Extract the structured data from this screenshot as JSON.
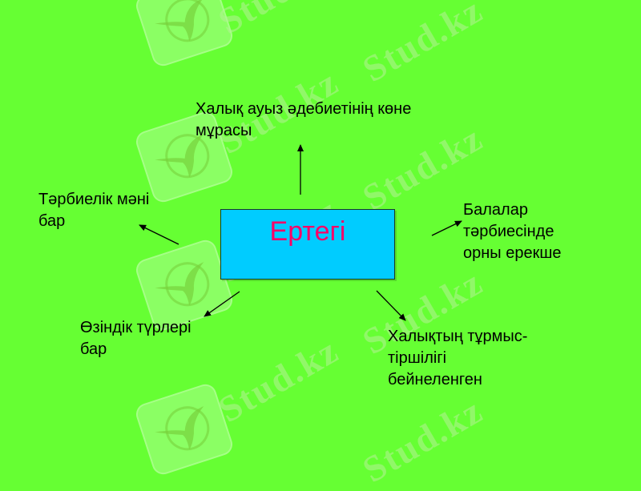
{
  "slide": {
    "background_color": "#66ff33",
    "center": {
      "label": "Ертегі",
      "fill_color": "#00ccff",
      "text_color": "#ff0066"
    },
    "nodes": {
      "top": {
        "lines": [
          "Халық ауыз әдебиетінің көне",
          "мұрасы"
        ]
      },
      "left": {
        "lines": [
          "Тәрбиелік мәні",
          "бар"
        ]
      },
      "right": {
        "lines": [
          "Балалар",
          "тәрбиесінде",
          "орны ерекше"
        ]
      },
      "bottom_left": {
        "lines": [
          "Өзіндік түрлері",
          "бар"
        ]
      },
      "bottom_right": {
        "lines": [
          "Халықтың тұрмыс-",
          "тіршілігі",
          "бейнеленген"
        ]
      }
    },
    "arrow_color": "#000000"
  },
  "watermark": {
    "text": "Stud.kz",
    "icon": "hummingbird-logo-icon"
  }
}
